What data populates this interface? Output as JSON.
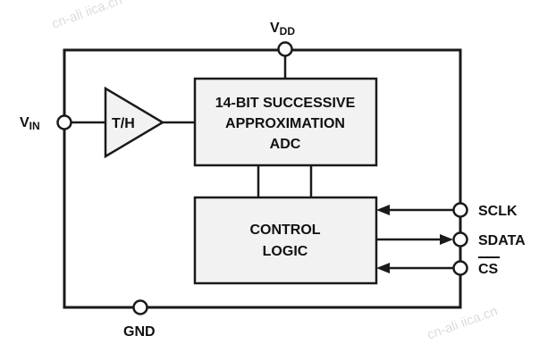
{
  "pins": {
    "vdd": {
      "main": "V",
      "sub": "DD"
    },
    "vin": {
      "main": "V",
      "sub": "IN"
    },
    "gnd": "GND",
    "sclk": "SCLK",
    "sdata": "SDATA",
    "cs": "CS"
  },
  "blocks": {
    "th": "T/H",
    "adc": [
      "14-BIT SUCCESSIVE",
      "APPROXIMATION",
      "ADC"
    ],
    "control": [
      "CONTROL",
      "LOGIC"
    ]
  },
  "watermark": "cn-ali iica.cn",
  "colors": {
    "line": "#1a1a1a",
    "fill": "#f2f2f2",
    "watermark": "#dcdcdc"
  }
}
